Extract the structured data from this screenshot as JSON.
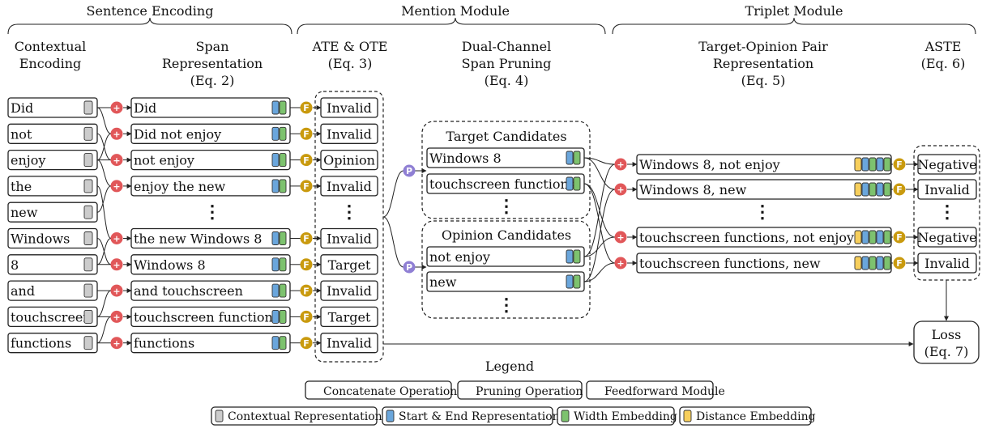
{
  "sections": {
    "sentence_encoding": "Sentence Encoding",
    "mention_module": "Mention Module",
    "triplet_module": "Triplet Module"
  },
  "columns": {
    "contextual": [
      "Contextual",
      "Encoding"
    ],
    "span": [
      "Span",
      "Representation",
      "(Eq. 2)"
    ],
    "ate": [
      "ATE & OTE",
      "(Eq. 3)"
    ],
    "pruning": [
      "Dual-Channel",
      "Span Pruning",
      "(Eq. 4)"
    ],
    "pair": [
      "Target-Opinion Pair",
      "Representation",
      "(Eq. 5)"
    ],
    "aste": [
      "ASTE",
      "(Eq. 6)"
    ]
  },
  "tokens": [
    "Did",
    "not",
    "enjoy",
    "the",
    "new",
    "Windows",
    "8",
    "and",
    "touchscreen",
    "functions"
  ],
  "spans": [
    "Did",
    "Did not enjoy",
    "not enjoy",
    "enjoy the new",
    "the new Windows 8",
    "Windows 8",
    "and touchscreen",
    "touchscreen functions",
    "functions"
  ],
  "mention_labels": [
    "Invalid",
    "Invalid",
    "Opinion",
    "Invalid",
    "Invalid",
    "Target",
    "Invalid",
    "Target",
    "Invalid"
  ],
  "ellipsis": "⋮",
  "target_candidates": {
    "title": "Target Candidates",
    "items": [
      "Windows 8",
      "touchscreen functions"
    ]
  },
  "opinion_candidates": {
    "title": "Opinion Candidates",
    "items": [
      "not enjoy",
      "new"
    ]
  },
  "pairs": [
    "Windows 8, not enjoy",
    "Windows 8, new",
    "touchscreen functions, not enjoy",
    "touchscreen functions, new"
  ],
  "sentiments": [
    "Negative",
    "Invalid",
    "Negative",
    "Invalid"
  ],
  "loss": [
    "Loss",
    "(Eq. 7)"
  ],
  "legend": {
    "title": "Legend",
    "concat": "Concatenate Operation",
    "pruning": "Pruning Operation",
    "ffn": "Feedforward Module",
    "contextual_rep": "Contextual Representation",
    "start_end": "Start & End Representation",
    "width": "Width Embedding",
    "distance": "Distance Embedding"
  },
  "operator_glyphs": {
    "concat": "+",
    "pruning": "P",
    "ffn": "F"
  },
  "colors": {
    "concat": "#e15759",
    "pruning": "#8f7fd4",
    "ffn": "#c99a0e",
    "contextual_rep": "#cccccc",
    "start_end": "#6aa6dc",
    "width": "#7dc26e",
    "distance": "#f7cf5c"
  }
}
